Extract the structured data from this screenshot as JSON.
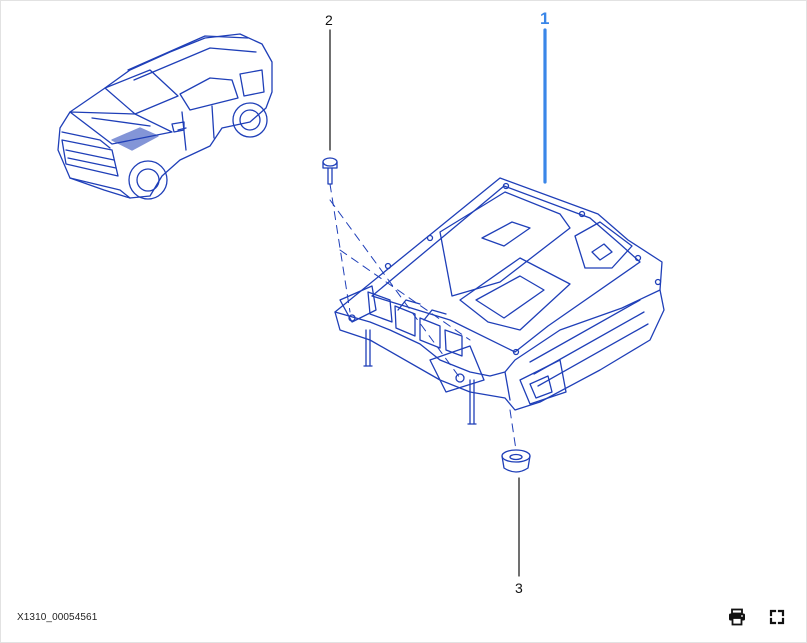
{
  "diagram": {
    "callouts": [
      {
        "label": "1",
        "highlighted": true
      },
      {
        "label": "2",
        "highlighted": false
      },
      {
        "label": "3",
        "highlighted": false
      }
    ],
    "reference_code": "X1310_00054561",
    "line_color": "#1f3fb8",
    "highlight_color": "#3a86e8"
  },
  "toolbar": {
    "print_icon": "printer-icon",
    "fullscreen_icon": "fullscreen-icon"
  }
}
